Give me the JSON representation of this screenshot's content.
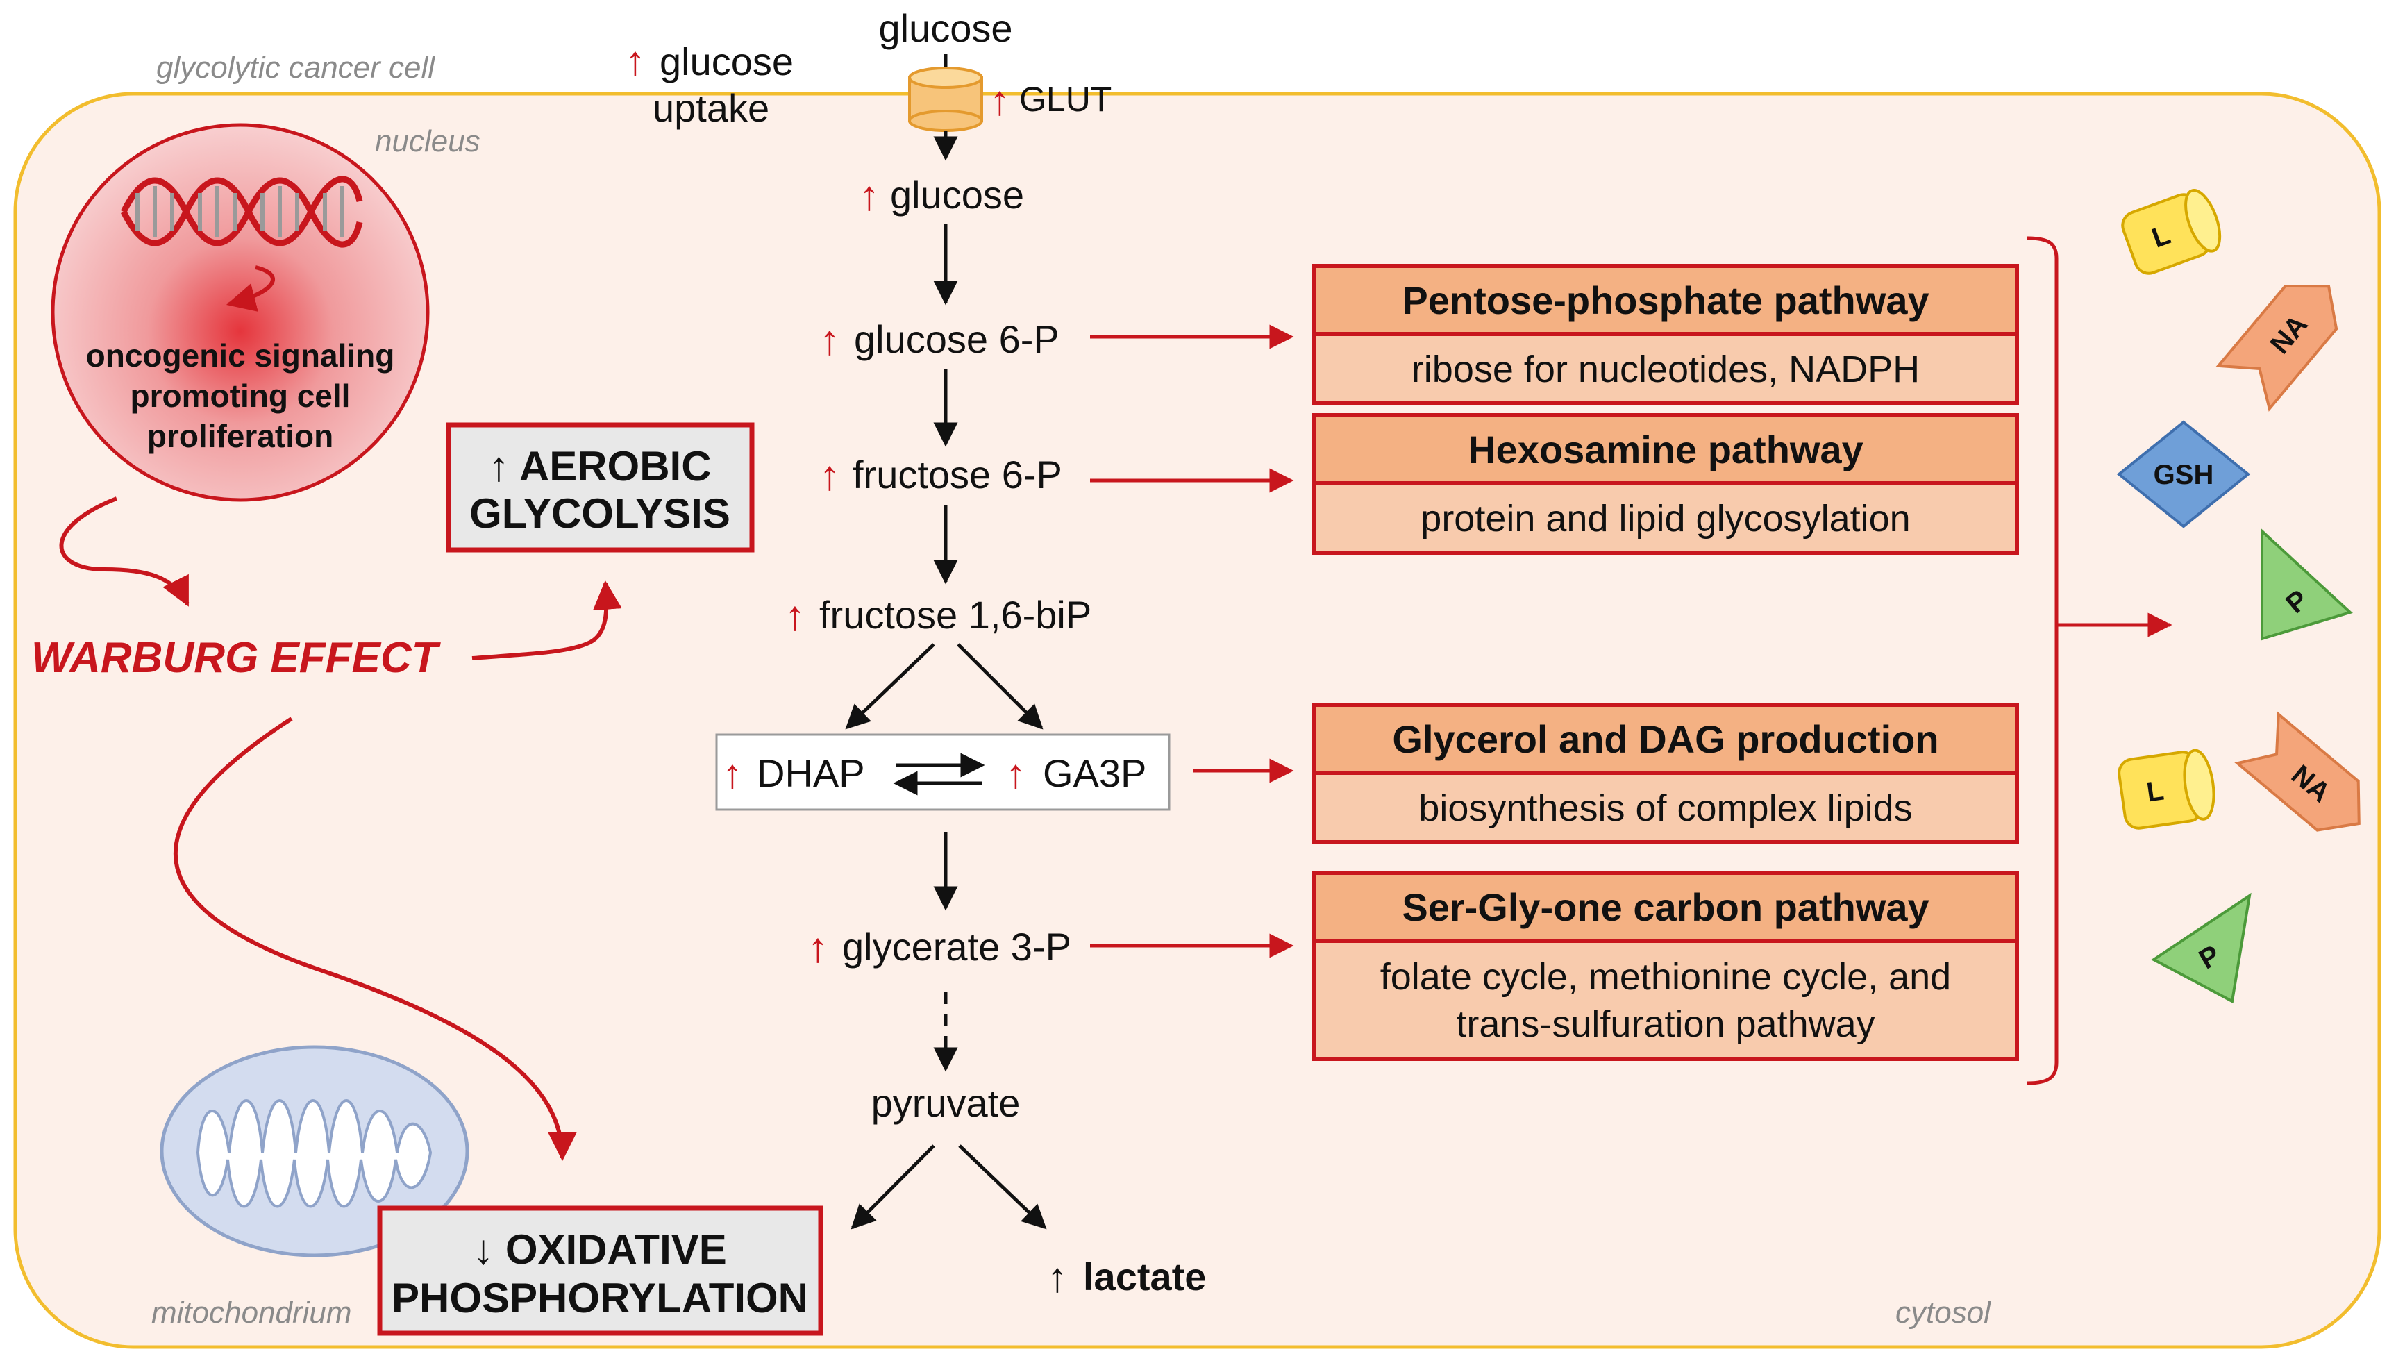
{
  "labels": {
    "cell": "glycolytic cancer cell",
    "nucleus": "nucleus",
    "mitochondrium": "mitochondrium",
    "cytosol": "cytosol"
  },
  "glucose_uptake": {
    "arrow": "↑",
    "line1": "glucose",
    "line2": "uptake"
  },
  "transporter": {
    "arrow": "↑",
    "label": "GLUT"
  },
  "nucleus_text": {
    "line1": "oncogenic signaling",
    "line2": "promoting cell",
    "line3": "proliferation"
  },
  "warburg": "WARBURG EFFECT",
  "aerobic": {
    "line1": "↑ AEROBIC",
    "line2": "GLYCOLYSIS"
  },
  "oxphos": {
    "line1": "↓ OXIDATIVE",
    "line2": "PHOSPHORYLATION"
  },
  "metabolites": {
    "glucose_ext": "glucose",
    "glucose": "glucose",
    "g6p": "glucose 6-P",
    "f6p": "fructose 6-P",
    "fbp": "fructose 1,6-biP",
    "dhap": "DHAP",
    "ga3p": "GA3P",
    "g3p": "glycerate 3-P",
    "pyruvate": "pyruvate",
    "lactate": "lactate",
    "up": "↑"
  },
  "pathways": [
    {
      "title": "Pentose-phosphate pathway",
      "desc": [
        "ribose for nucleotides, NADPH"
      ]
    },
    {
      "title": "Hexosamine pathway",
      "desc": [
        "protein and lipid glycosylation"
      ]
    },
    {
      "title": "Glycerol and DAG production",
      "desc": [
        "biosynthesis of complex lipids"
      ]
    },
    {
      "title": "Ser-Gly-one carbon pathway",
      "desc": [
        "folate cycle, methionine cycle, and",
        "trans-sulfuration pathway"
      ]
    }
  ],
  "products": {
    "lipid": "L",
    "nucleic_acid": "NA",
    "glutathione": "GSH",
    "protein": "P"
  },
  "colors": {
    "cell_fill": "#fdf0e9",
    "cell_border": "#f2bd2e",
    "accent_red": "#c8161d",
    "pathway_title_fill": "#f4b183",
    "pathway_desc_fill": "#f8cbad",
    "lipid": "#ffe25a",
    "nucleic_acid": "#f4a57a",
    "glutathione": "#6f9fd8",
    "protein": "#8fd07a",
    "mitochondrion": "#d3dcef"
  }
}
